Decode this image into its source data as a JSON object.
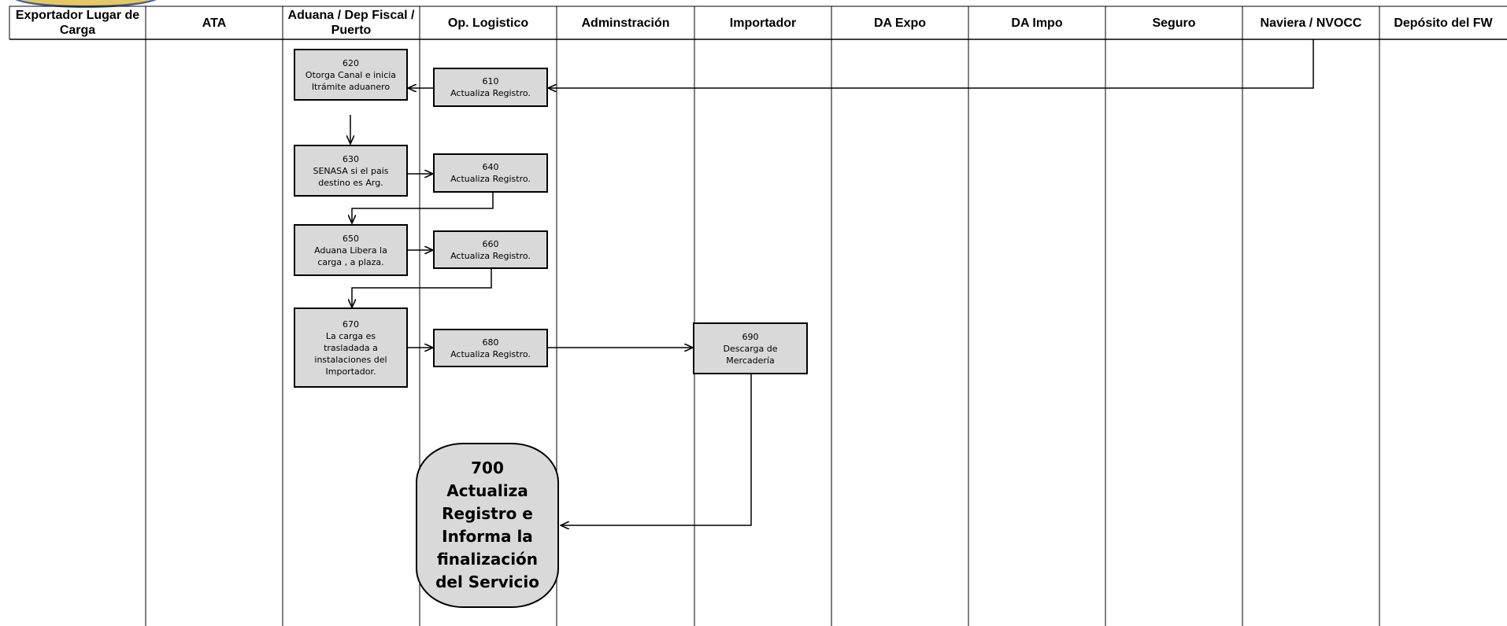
{
  "header": {
    "lanes": [
      "Exportador Lugar de\nCarga",
      "ATA",
      "Aduana / Dep Fiscal /\nPuerto",
      "Op. Logistico",
      "Adminstración",
      "Importador",
      "DA Expo",
      "DA Impo",
      "Seguro",
      "Naviera / NVOCC",
      "Depósito del FW"
    ]
  },
  "steps": {
    "s610": "610\nActualiza Registro.",
    "s620": "620\nOtorga Canal e inicia\nItrámite aduanero",
    "s630": "630\nSENASA si el pais\ndestino es Arg.",
    "s640": "640\nActualiza Registro.",
    "s650": "650\nAduana Libera la\ncarga , a plaza.",
    "s660": "660\nActualiza Registro.",
    "s670": "670\nLa carga es\ntrasladada a\ninstalaciones del\nImportador.",
    "s680": "680\nActualiza Registro.",
    "s690": "690\nDescarga de\nMercadería",
    "s700": "700\nActualiza\nRegistro e\nInforma la\nfinalización\ndel Servicio"
  },
  "colors": {
    "box_fill": "#d9d9d9",
    "line": "#000000",
    "logo_ring": "#3b5fa0",
    "logo_fill": "#e6c766"
  }
}
